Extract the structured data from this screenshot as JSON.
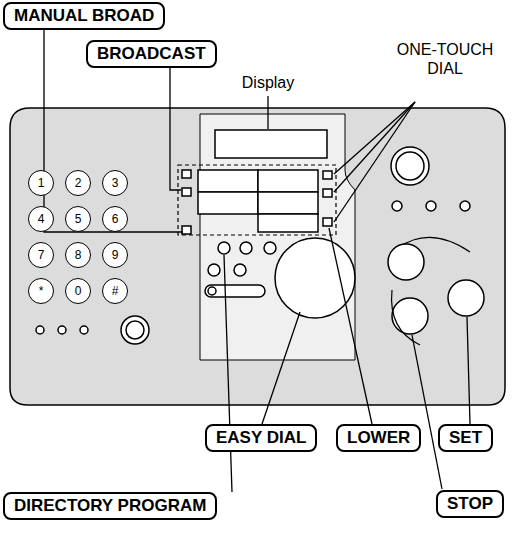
{
  "diagram": {
    "nodes": [
      {
        "text": [
          "MANUAL BROAD"
        ]
      },
      {
        "text": [
          "BROADCAST"
        ]
      },
      {
        "text": [
          "1"
        ]
      },
      {
        "text": [
          "2"
        ]
      },
      {
        "text": [
          "3"
        ]
      },
      {
        "text": [
          "4"
        ]
      },
      {
        "text": [
          "5"
        ]
      },
      {
        "text": [
          "6"
        ]
      },
      {
        "text": [
          "7"
        ]
      },
      {
        "text": [
          "8"
        ]
      },
      {
        "text": [
          "9"
        ]
      },
      {
        "text": [
          "*"
        ]
      },
      {
        "text": [
          "0"
        ]
      },
      {
        "text": [
          "#"
        ]
      },
      {
        "text": [
          "SET"
        ]
      },
      {
        "text": [
          "EASY DIAL"
        ]
      },
      {
        "text": [
          "LOWER"
        ]
      },
      {
        "text": [
          "DIRECTORY PROGRAM"
        ]
      },
      {
        "text": [
          "STOP"
        ]
      }
    ],
    "labels": [
      "Display",
      "ONE-TOUCH DIAL"
    ]
  }
}
